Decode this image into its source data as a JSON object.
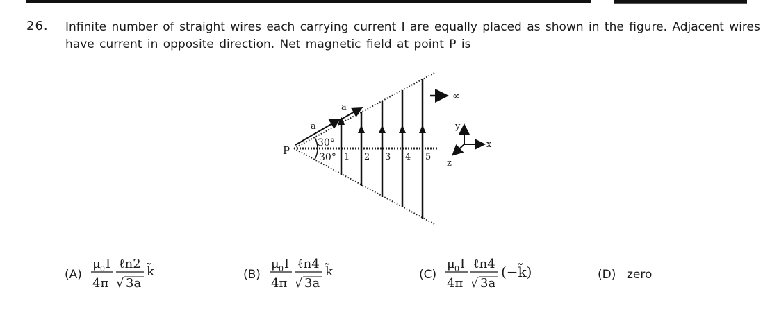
{
  "question": {
    "number": "26.",
    "text": "Infinite number of straight wires each carrying current I are equally  placed as shown in the figure. Adjacent wires have current in opposite direction. Net magnetic field at point P is"
  },
  "figure": {
    "point_label": "P",
    "angle_upper": "30°",
    "angle_lower": "30°",
    "spacing_label_1": "a",
    "spacing_label_2": "a",
    "wire_labels": [
      "1",
      "2",
      "3",
      "4",
      "5"
    ],
    "infinity": "∞",
    "axes": {
      "x": "x",
      "y": "y",
      "z": "z"
    }
  },
  "options": [
    {
      "label": "(A)",
      "mu": "μ",
      "sub": "0",
      "I": "I",
      "four_pi": "4π",
      "ln": "ℓn2",
      "sqrt": "√",
      "three_a": "3a",
      "k": "k̃"
    },
    {
      "label": "(B)",
      "mu": "μ",
      "sub": "0",
      "I": "I",
      "four_pi": "4π",
      "ln": "ℓn4",
      "sqrt": "√",
      "three_a": "3a",
      "k": "k̃"
    },
    {
      "label": "(C)",
      "mu": "μ",
      "sub": "0",
      "I": "I",
      "four_pi": "4π",
      "ln": "ℓn4",
      "sqrt": "√",
      "three_a": "3a",
      "k": "(−k̃)"
    },
    {
      "label": "(D)",
      "text": "zero"
    }
  ]
}
